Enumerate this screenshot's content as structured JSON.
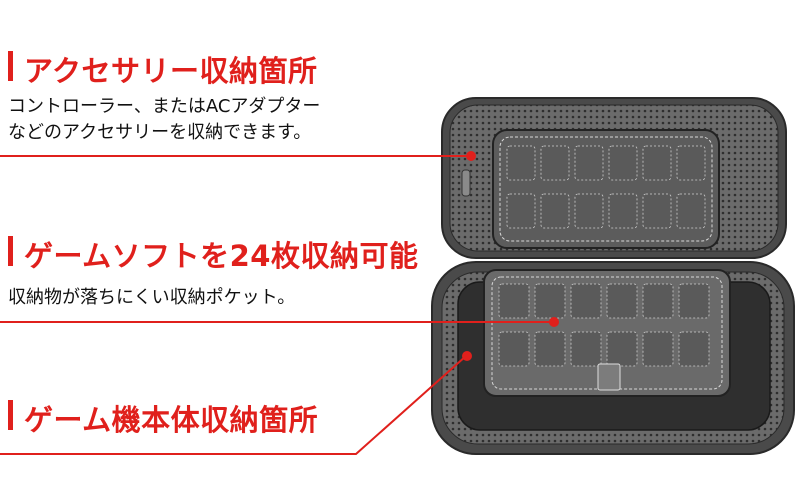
{
  "sections": [
    {
      "heading": "アクセサリー収納箇所",
      "lines": [
        "コントローラー、またはACアダプター",
        "などのアクセサリーを収納できます。"
      ]
    },
    {
      "heading": "ゲームソフトを24枚収納可能",
      "lines": [
        "収納物が落ちにくい収納ポケット。"
      ]
    },
    {
      "heading": "ゲーム機本体収納箇所",
      "lines": []
    }
  ],
  "colors": {
    "accent": "#e0201c",
    "case": "#555555",
    "mesh": "#6b6b6b",
    "slot": "#7a7a7a"
  }
}
